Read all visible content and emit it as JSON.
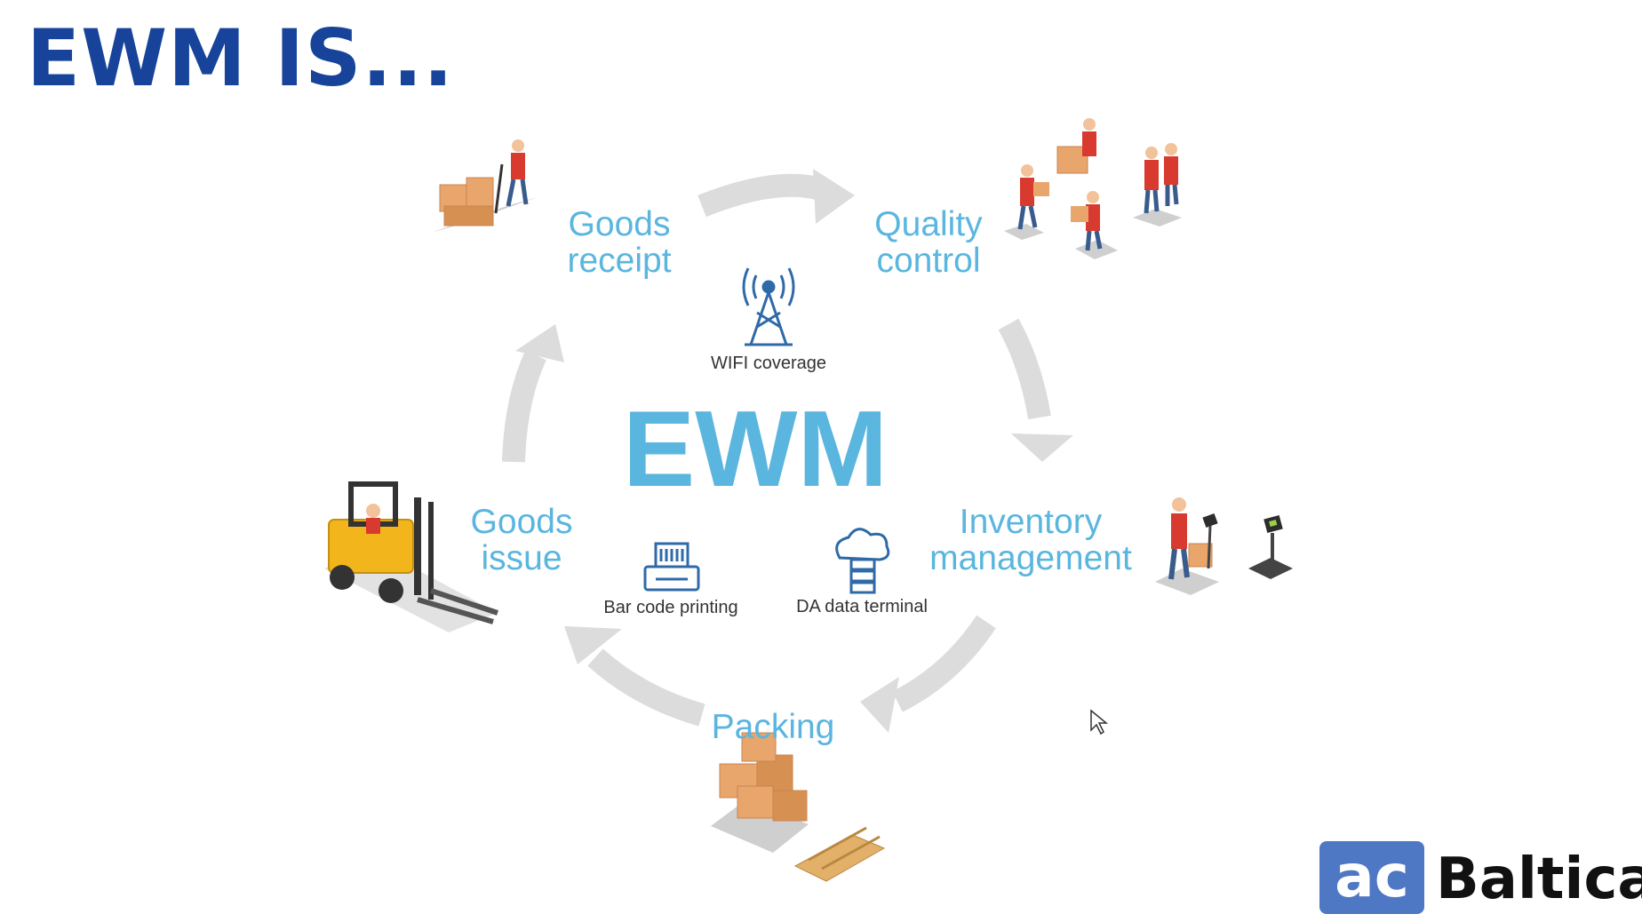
{
  "title": "EWM IS...",
  "center": "EWM",
  "stages": {
    "goods_receipt": [
      "Goods",
      "receipt"
    ],
    "quality_control": [
      "Quality",
      "control"
    ],
    "inventory_management": [
      "Inventory",
      "management"
    ],
    "packing": [
      "Packing"
    ],
    "goods_issue": [
      "Goods",
      "issue"
    ]
  },
  "technologies": {
    "wifi": "WIFI coverage",
    "barcode": "Bar code printing",
    "terminal": "DA data terminal"
  },
  "brand": {
    "mark": "ac",
    "name": "Baltica"
  },
  "colors": {
    "title": "#17449a",
    "accent": "#5ab6de",
    "arrow": "#dcdcdc",
    "icon": "#2f6aa8",
    "box": "#e8a56c",
    "forklift": "#f2b51c",
    "worker": "#d93a2f",
    "logo": "#4f78c4"
  },
  "icons": [
    "pallet-jack-worker-icon",
    "inspection-workers-icon",
    "weighing-scale-icon",
    "boxes-pallet-icon",
    "forklift-icon",
    "wifi-tower-icon",
    "barcode-printer-icon",
    "server-cloud-icon",
    "mouse-cursor-icon"
  ]
}
